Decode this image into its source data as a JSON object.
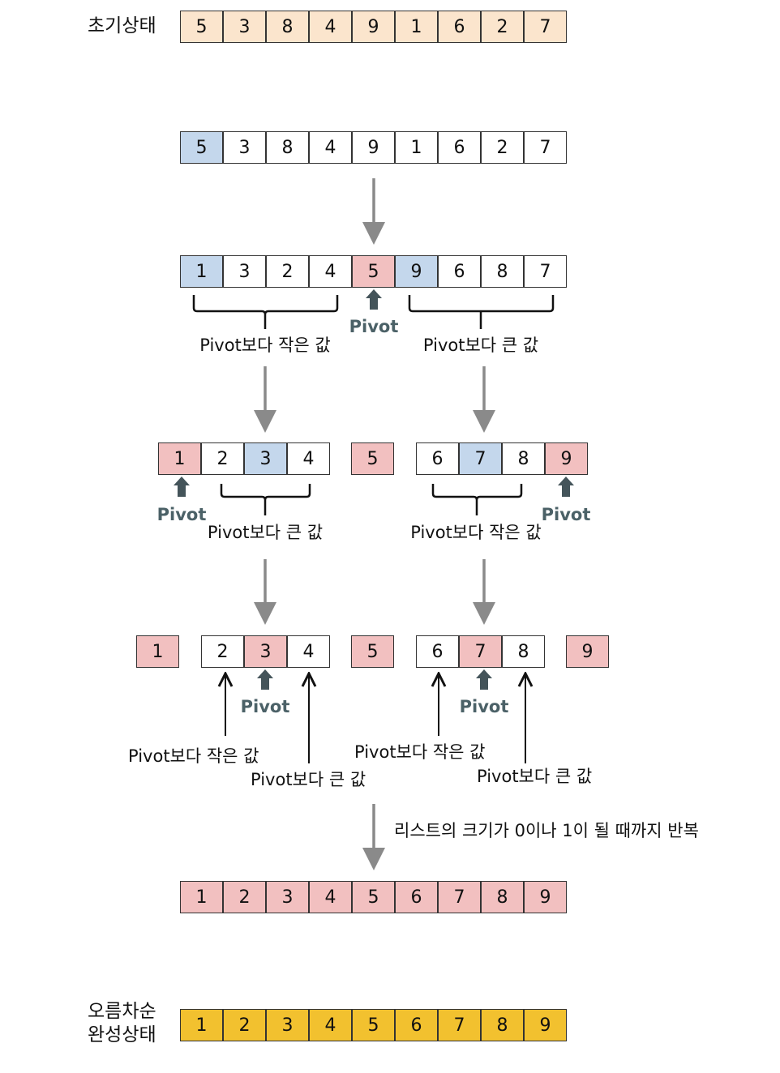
{
  "colors": {
    "w": "#ffffff",
    "b": "#c4d7ec",
    "p": "#f2c0c0",
    "o": "#fbe5cd",
    "y": "#f2c12f",
    "gray_arrow": "#8a8a8a",
    "pivot_arrow": "#44545a"
  },
  "side_labels": {
    "initial": "초기상태",
    "final_line1": "오름차순",
    "final_line2": "완성상태"
  },
  "rows": [
    {
      "name": "initial-state",
      "values": [
        "5",
        "3",
        "8",
        "4",
        "9",
        "1",
        "6",
        "2",
        "7"
      ],
      "states": [
        "o",
        "o",
        "o",
        "o",
        "o",
        "o",
        "o",
        "o",
        "o"
      ]
    },
    {
      "name": "choose-pivot",
      "values": [
        "5",
        "3",
        "8",
        "4",
        "9",
        "1",
        "6",
        "2",
        "7"
      ],
      "states": [
        "b",
        "w",
        "w",
        "w",
        "w",
        "w",
        "w",
        "w",
        "w"
      ]
    },
    {
      "name": "partition-1",
      "values": [
        "1",
        "3",
        "2",
        "4",
        "5",
        "9",
        "6",
        "8",
        "7"
      ],
      "states": [
        "b",
        "w",
        "w",
        "w",
        "p",
        "b",
        "w",
        "w",
        "w"
      ]
    },
    {
      "name": "partition-2",
      "values": [
        "1",
        "2",
        "3",
        "4",
        "5",
        "6",
        "7",
        "8",
        "9"
      ],
      "states": [
        "p",
        "w",
        "b",
        "w",
        "p",
        "w",
        "b",
        "w",
        "p"
      ]
    },
    {
      "name": "partition-3",
      "values": [
        "1",
        "2",
        "3",
        "4",
        "5",
        "6",
        "7",
        "8",
        "9"
      ],
      "states": [
        "p",
        "w",
        "p",
        "w",
        "p",
        "w",
        "p",
        "w",
        "p"
      ]
    },
    {
      "name": "sorted-result",
      "values": [
        "1",
        "2",
        "3",
        "4",
        "5",
        "6",
        "7",
        "8",
        "9"
      ],
      "states": [
        "p",
        "p",
        "p",
        "p",
        "p",
        "p",
        "p",
        "p",
        "p"
      ]
    },
    {
      "name": "final-state",
      "values": [
        "1",
        "2",
        "3",
        "4",
        "5",
        "6",
        "7",
        "8",
        "9"
      ],
      "states": [
        "y",
        "y",
        "y",
        "y",
        "y",
        "y",
        "y",
        "y",
        "y"
      ]
    }
  ],
  "labels": {
    "pivot": "Pivot",
    "smaller": "Pivot보다 작은 값",
    "larger": "Pivot보다 큰 값",
    "repeat": "리스트의 크기가 0이나 1이 될 때까지 반복"
  }
}
